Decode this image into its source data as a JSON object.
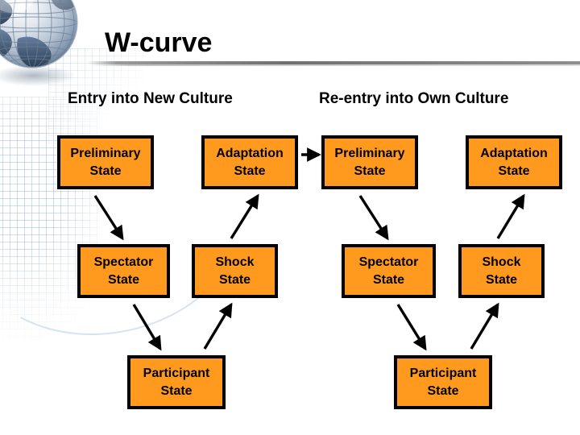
{
  "slide": {
    "title": "W-curve",
    "background_color": "#FFFFFF",
    "accent_color": "#FF9A1E",
    "box_border_color": "#000000",
    "text_color": "#000000"
  },
  "logo": {
    "name": "globe-logo",
    "description": "globe with latitude and longitude grid"
  },
  "headers": {
    "left": "Entry into New Culture",
    "right": "Re-entry into Own Culture"
  },
  "diagram": {
    "type": "flow",
    "groups": [
      {
        "id": "entry-new-culture",
        "header": "Entry into New Culture",
        "nodes": [
          {
            "id": "l-preliminary",
            "line1": "Preliminary",
            "line2": "State",
            "row": 1,
            "col": 1
          },
          {
            "id": "l-adaptation",
            "line1": "Adaptation",
            "line2": "State",
            "row": 1,
            "col": 2
          },
          {
            "id": "l-spectator",
            "line1": "Spectator",
            "line2": "State",
            "row": 2,
            "col": 1
          },
          {
            "id": "l-shock",
            "line1": "Shock",
            "line2": "State",
            "row": 2,
            "col": 2
          },
          {
            "id": "l-participant",
            "line1": "Participant",
            "line2": "State",
            "row": 3,
            "col": 1
          }
        ]
      },
      {
        "id": "reentry-own-culture",
        "header": "Re-entry into Own Culture",
        "nodes": [
          {
            "id": "r-preliminary",
            "line1": "Preliminary",
            "line2": "State",
            "row": 1,
            "col": 1
          },
          {
            "id": "r-adaptation",
            "line1": "Adaptation",
            "line2": "State",
            "row": 1,
            "col": 2
          },
          {
            "id": "r-spectator",
            "line1": "Spectator",
            "line2": "State",
            "row": 2,
            "col": 1
          },
          {
            "id": "r-shock",
            "line1": "Shock",
            "line2": "State",
            "row": 2,
            "col": 2
          },
          {
            "id": "r-participant",
            "line1": "Participant",
            "line2": "State",
            "row": 3,
            "col": 1
          }
        ]
      }
    ],
    "connectors": [
      {
        "id": "arrow-l-preliminary-to-spectator",
        "from": "l-preliminary",
        "to": "l-spectator",
        "direction": "down-right"
      },
      {
        "id": "arrow-l-spectator-to-participant",
        "from": "l-spectator",
        "to": "l-participant",
        "direction": "down-right"
      },
      {
        "id": "arrow-l-participant-to-shock",
        "from": "l-participant",
        "to": "l-shock",
        "direction": "up-right"
      },
      {
        "id": "arrow-l-shock-to-adaptation",
        "from": "l-shock",
        "to": "l-adaptation",
        "direction": "up-right"
      },
      {
        "id": "arrow-l-adaptation-to-r-preliminary",
        "from": "l-adaptation",
        "to": "r-preliminary",
        "direction": "right"
      },
      {
        "id": "arrow-r-preliminary-to-spectator",
        "from": "r-preliminary",
        "to": "r-spectator",
        "direction": "down-right"
      },
      {
        "id": "arrow-r-spectator-to-participant",
        "from": "r-spectator",
        "to": "r-participant",
        "direction": "down-right"
      },
      {
        "id": "arrow-r-participant-to-shock",
        "from": "r-participant",
        "to": "r-shock",
        "direction": "up-right"
      },
      {
        "id": "arrow-r-shock-to-adaptation",
        "from": "r-shock",
        "to": "r-adaptation",
        "direction": "up-right"
      }
    ]
  }
}
